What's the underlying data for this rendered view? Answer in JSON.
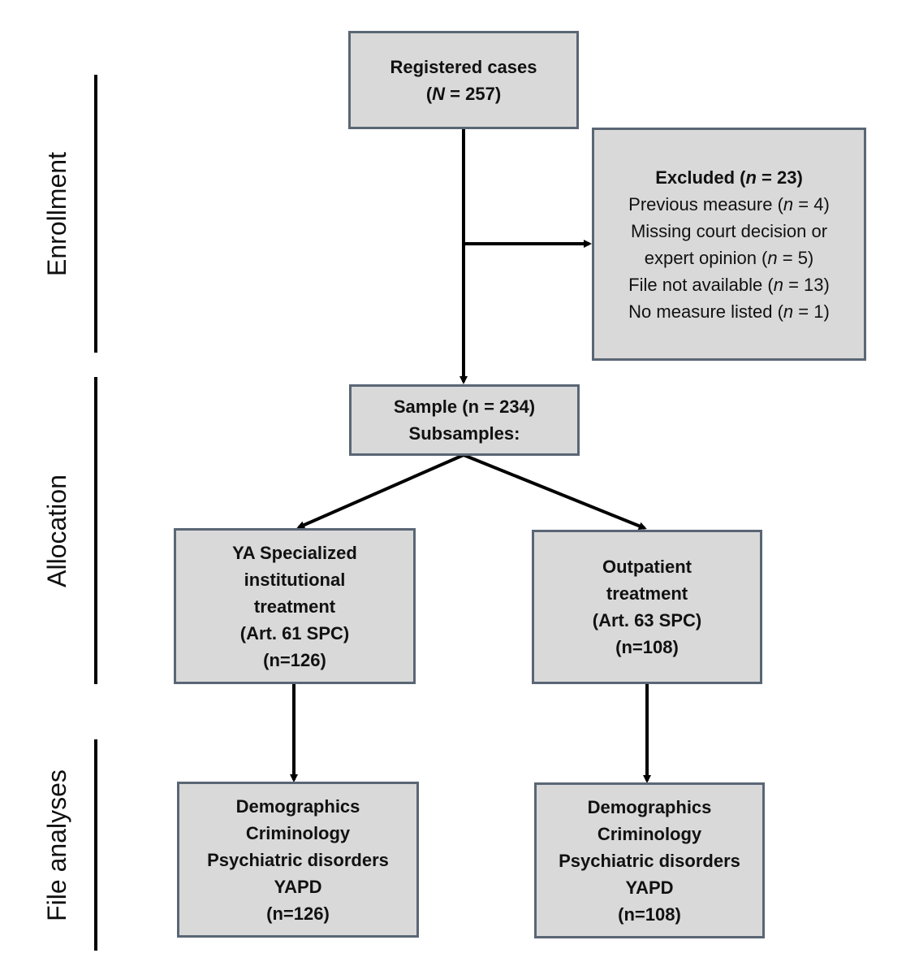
{
  "phases": {
    "enrollment": "Enrollment",
    "allocation": "Allocation",
    "file_analyses": "File analyses"
  },
  "registered": {
    "line1": "Registered cases",
    "line2_prefix": "(",
    "line2_var": "N",
    "line2_suffix": " = 257)"
  },
  "excluded": {
    "head_text": "Excluded (",
    "head_var": "n",
    "head_suffix": " = 23)",
    "items": [
      {
        "text": "Previous measure (",
        "var": "n",
        "suffix": " = 4)"
      },
      {
        "text": "Missing court decision or",
        "var": "",
        "suffix": ""
      },
      {
        "text": "expert opinion (",
        "var": "n",
        "suffix": " = 5)"
      },
      {
        "text": "File not available (",
        "var": "n",
        "suffix": " = 13)"
      },
      {
        "text": "No measure listed (",
        "var": "n",
        "suffix": " = 1)"
      }
    ]
  },
  "sample": {
    "line1": "Sample (n = 234)",
    "line2": "Subsamples:"
  },
  "inst": {
    "lines": [
      "YA Specialized",
      "institutional",
      "treatment",
      "(Art. 61 SPC)",
      "(n=126)"
    ]
  },
  "outp": {
    "lines": [
      "Outpatient",
      "treatment",
      "(Art. 63 SPC)",
      "(n=108)"
    ]
  },
  "analysis_left": {
    "lines": [
      "Demographics",
      "Criminology",
      "Psychiatric disorders",
      "YAPD",
      "(n=126)"
    ]
  },
  "analysis_right": {
    "lines": [
      "Demographics",
      "Criminology",
      "Psychiatric disorders",
      "YAPD",
      "(n=108)"
    ]
  },
  "colors": {
    "box_fill": "#d9d9d9",
    "box_border": "#5a6675",
    "arrow": "#000000"
  }
}
